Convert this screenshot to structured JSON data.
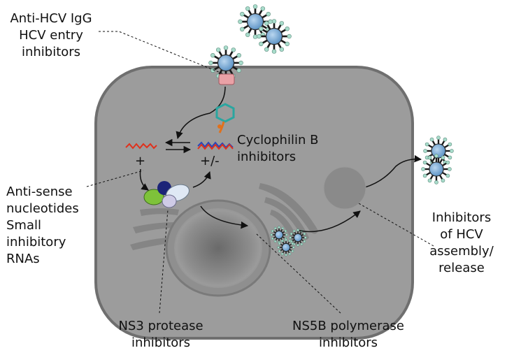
{
  "labels": {
    "entry": "Anti-HCV IgG\nHCV entry\ninhibitors",
    "cyclophilin": "Cyclophilin B\ninhibitors",
    "antisense": "Anti-sense\nnucleotides\nSmall\ninhibitory\nRNAs",
    "assembly": "Inhibitors\nof HCV\nassembly/\nrelease",
    "ns3": "NS3 protease\ninhibitors",
    "ns5b": "NS5B polymerase\ninhibitors"
  },
  "strand_marks": {
    "plus": "+",
    "plus_minus": "+/-"
  },
  "colors": {
    "cell_fill": "#9c9c9c",
    "cell_stroke": "#6f6f6f",
    "virion_core": "#7fb0dc",
    "virion_spike": "#a8dccb",
    "receptor": "#e9a1a6",
    "rna_red": "#e0311c",
    "rna_blue": "#2a46b8",
    "cyclophilin": "#2aa6a0",
    "ns3_green": "#7ec23a",
    "ns5b_navy": "#1c2478",
    "protein_light": "#dfe8f4",
    "protein_lilac": "#cfcbe6"
  }
}
